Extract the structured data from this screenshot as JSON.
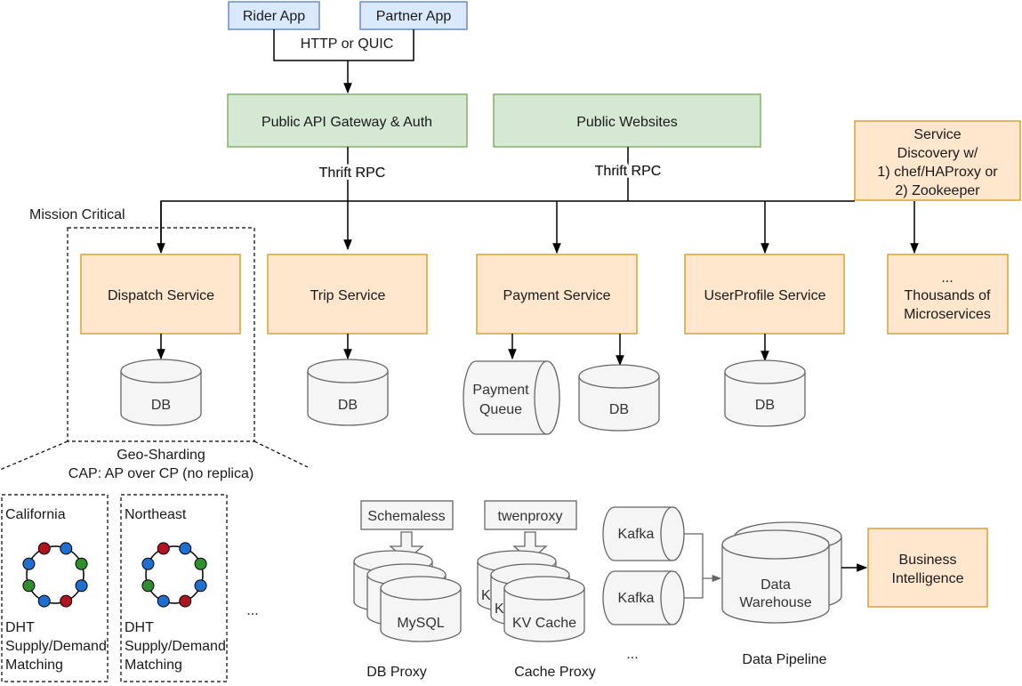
{
  "clients": {
    "rider": "Rider App",
    "partner": "Partner App",
    "protocol": "HTTP or QUIC"
  },
  "edge": {
    "gateway": "Public API Gateway & Auth",
    "websites": "Public Websites",
    "rpc_left": "Thrift RPC",
    "rpc_right": "Thrift RPC"
  },
  "discovery": {
    "line1": "Service",
    "line2": "Discovery w/",
    "line3": "1) chef/HAProxy or",
    "line4": "2) Zookeeper"
  },
  "mission_critical": "Mission Critical",
  "services": {
    "dispatch": "Dispatch Service",
    "trip": "Trip Service",
    "payment": "Payment Service",
    "userprofile": "UserProfile Service",
    "micro_line1": "...",
    "micro_line2": "Thousands of",
    "micro_line3": "Microservices"
  },
  "stores": {
    "db": "DB",
    "queue_line1": "Payment",
    "queue_line2": "Queue"
  },
  "sharding": {
    "line1": "Geo-Sharding",
    "line2": "CAP: AP over CP (no replica)"
  },
  "regions": [
    {
      "name": "California",
      "line1": "DHT",
      "line2": "Supply/Demand",
      "line3": "Matching"
    },
    {
      "name": "Northeast",
      "line1": "DHT",
      "line2": "Supply/Demand",
      "line3": "Matching"
    }
  ],
  "regions_more": "...",
  "db_proxy": {
    "header": "Schemaless",
    "store": "MySQL",
    "caption": "DB Proxy"
  },
  "cache_proxy": {
    "header": "twenproxy",
    "store": "KV Cache",
    "back_label": "K",
    "caption": "Cache Proxy"
  },
  "pipeline": {
    "kafka1": "Kafka",
    "kafka2": "Kafka",
    "more": "...",
    "warehouse_line1": "Data",
    "warehouse_line2": "Warehouse",
    "caption": "Data Pipeline"
  },
  "bi": {
    "line1": "Business",
    "line2": "Intelligence"
  },
  "colors": {
    "client_fill": "#dae8fc",
    "gateway_fill": "#d5e8d4",
    "service_fill": "#ffe6cc",
    "store_fill": "#f5f5f5"
  }
}
